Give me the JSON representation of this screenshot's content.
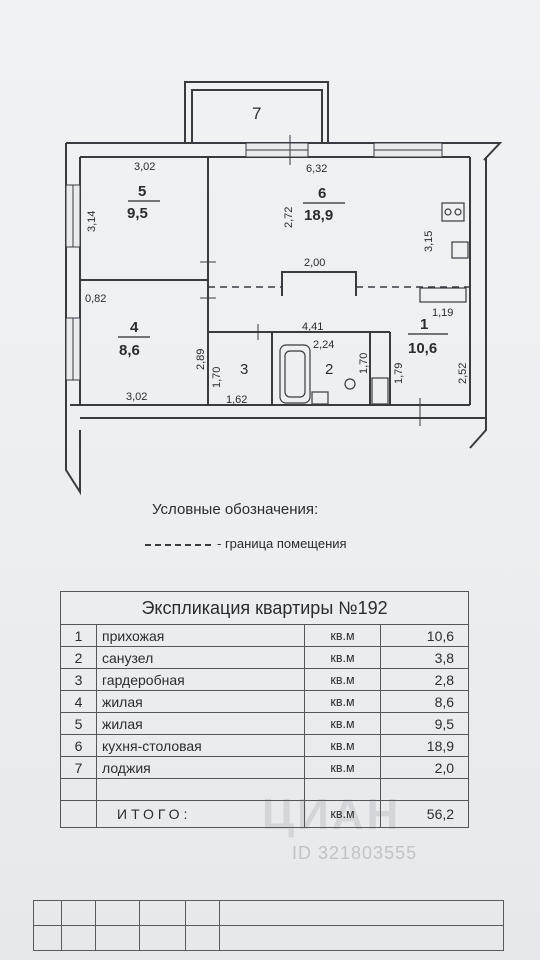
{
  "plan": {
    "rooms": [
      {
        "num": "7",
        "area": ""
      },
      {
        "num": "5",
        "area": "9,5"
      },
      {
        "num": "6",
        "area": "18,9"
      },
      {
        "num": "4",
        "area": "8,6"
      },
      {
        "num": "1",
        "area": "10,6"
      },
      {
        "num": "3",
        "area": ""
      },
      {
        "num": "2",
        "area": ""
      }
    ],
    "dimensions": [
      "3,02",
      "6,32",
      "3,14",
      "2,72",
      "3,15",
      "2,00",
      "0,82",
      "1,19",
      "4,41",
      "2,24",
      "2,89",
      "1,70",
      "1,70",
      "1,79",
      "2,52",
      "3,02",
      "1,62"
    ]
  },
  "legend": {
    "title": "Условные обозначения:",
    "boundary_label": "- граница помещения"
  },
  "explication": {
    "title": "Экспликация квартиры №192",
    "rows": [
      {
        "num": "1",
        "name": "прихожая",
        "unit": "кв.м",
        "area": "10,6"
      },
      {
        "num": "2",
        "name": "санузел",
        "unit": "кв.м",
        "area": "3,8"
      },
      {
        "num": "3",
        "name": "гардеробная",
        "unit": "кв.м",
        "area": "2,8"
      },
      {
        "num": "4",
        "name": "жилая",
        "unit": "кв.м",
        "area": "8,6"
      },
      {
        "num": "5",
        "name": "жилая",
        "unit": "кв.м",
        "area": "9,5"
      },
      {
        "num": "6",
        "name": "кухня-столовая",
        "unit": "кв.м",
        "area": "18,9"
      },
      {
        "num": "7",
        "name": "лоджия",
        "unit": "кв.м",
        "area": "2,0"
      }
    ],
    "total": {
      "name": "ИТОГО:",
      "unit": "кв.м",
      "area": "56,2"
    }
  },
  "watermark": {
    "logo": "ЦИАН",
    "id": "ID 321803555"
  }
}
